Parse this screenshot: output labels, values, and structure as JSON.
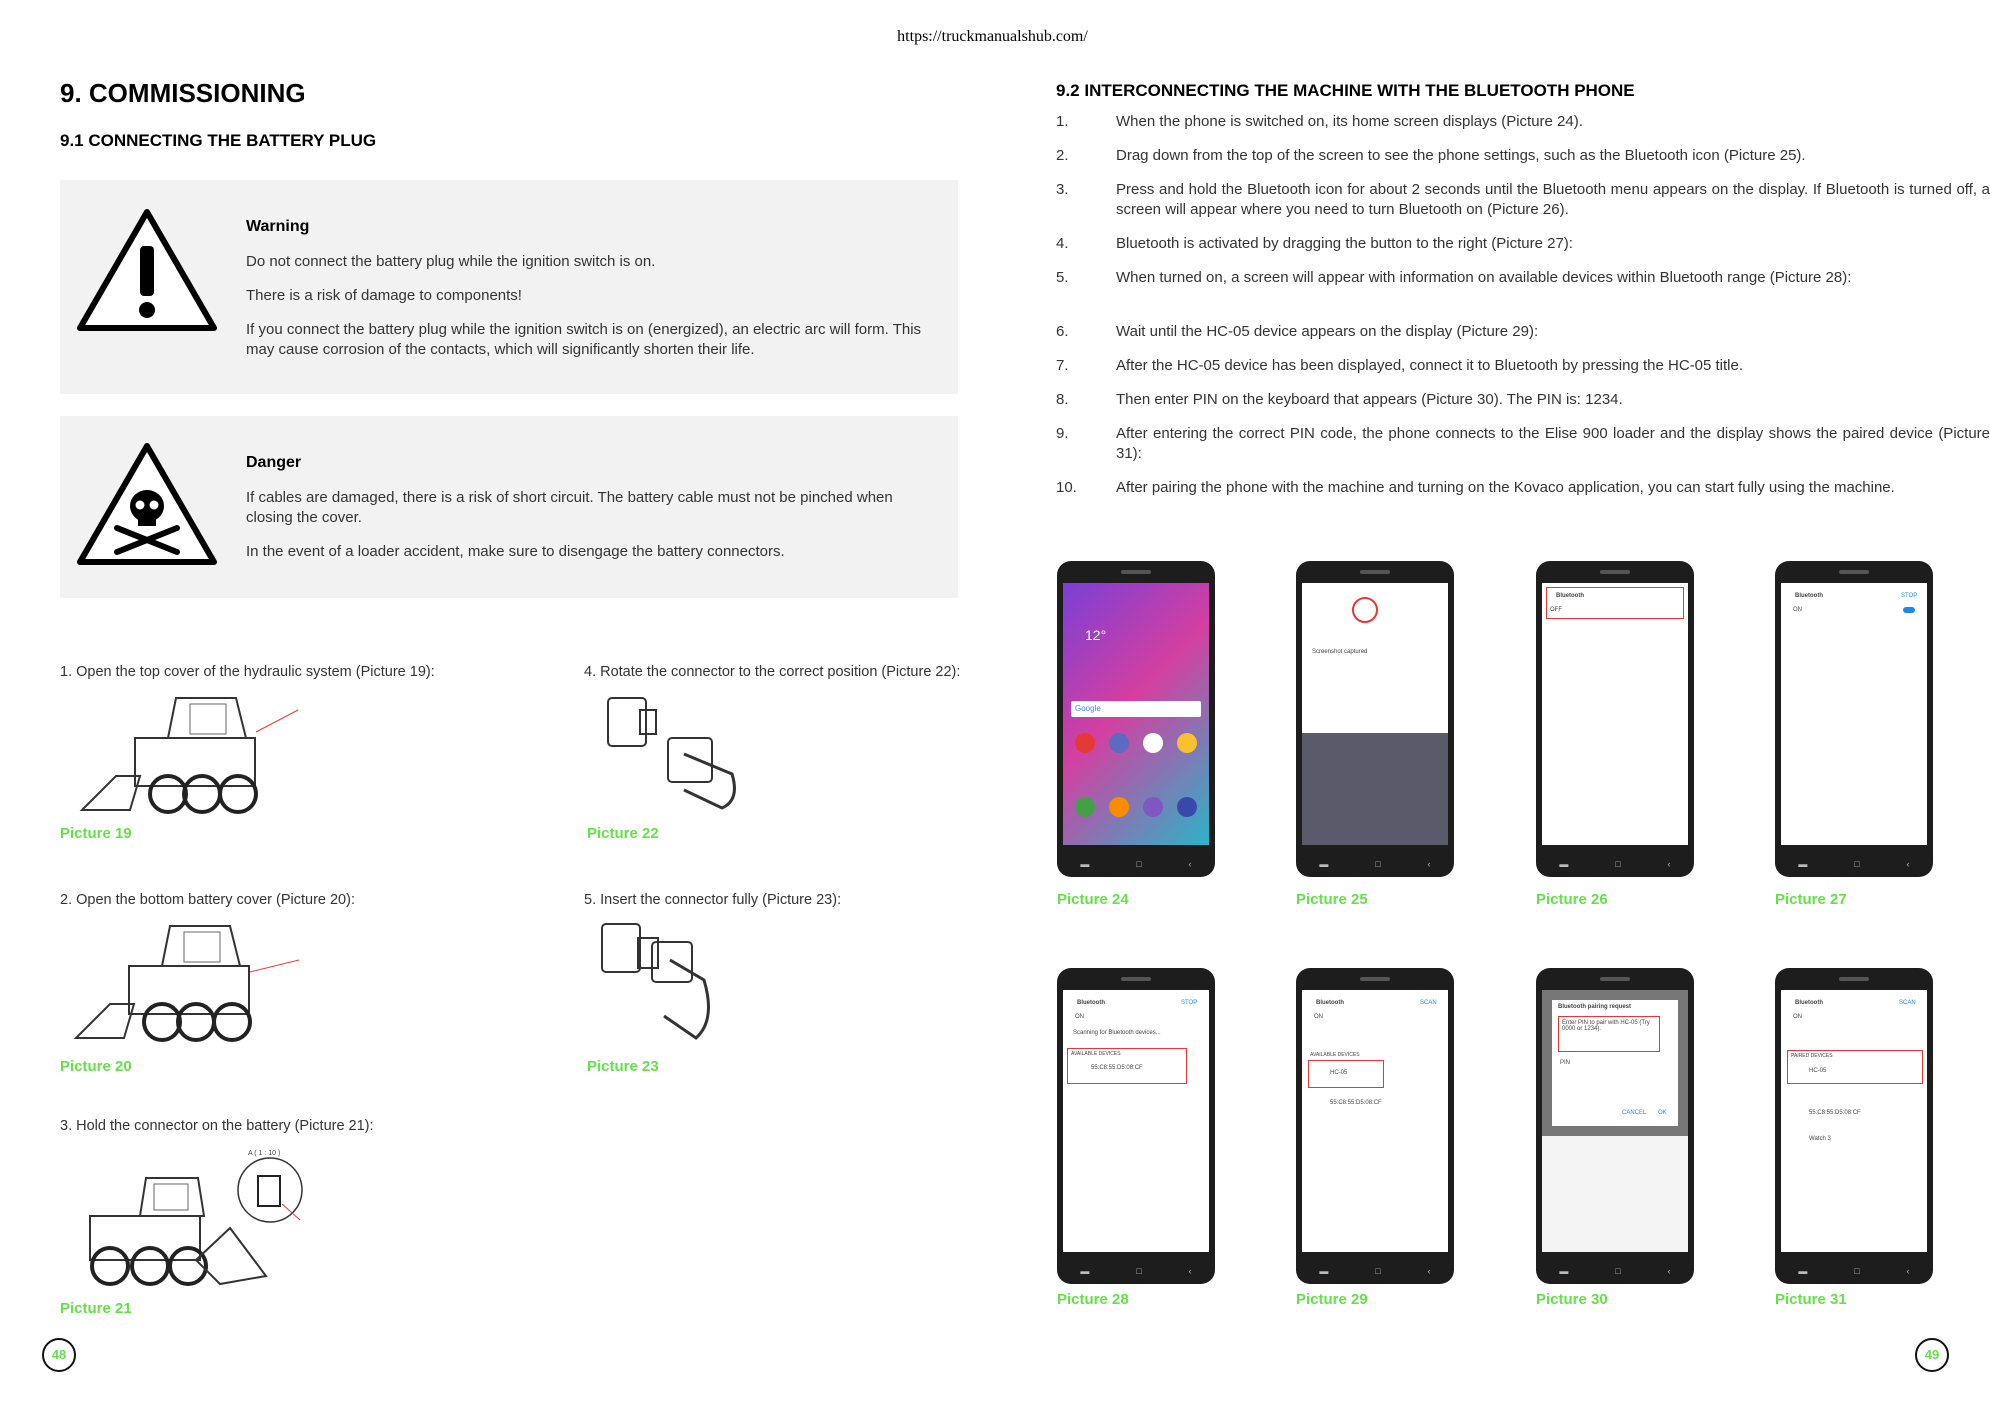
{
  "header": {
    "url": "https://truckmanualshub.com/"
  },
  "left": {
    "title": "9. COMMISSIONING",
    "subtitle": "9.1 CONNECTING THE BATTERY PLUG",
    "warning": {
      "title": "Warning",
      "p1": "Do not connect the battery plug while the ignition switch is on.",
      "p2": "There is a risk of damage to components!",
      "p3": "If you connect the battery plug while the ignition switch is on (energized), an electric arc will form. This may cause corrosion of the contacts, which will significantly shorten their life."
    },
    "danger": {
      "title": "Danger",
      "p1": "If cables are damaged, there is a risk of short circuit. The battery cable must not be pinched when closing the cover.",
      "p2": "In the event of a loader accident, make sure to disengage the battery connectors."
    },
    "steps": {
      "s1": "1. Open the top cover of the hydraulic system (Picture 19):",
      "s2": "2. Open the bottom battery cover (Picture 20):",
      "s3": "3. Hold the connector on the battery (Picture 21):",
      "s4": "4. Rotate the connector to the correct position (Picture 22):",
      "s5": "5. Insert the connector fully (Picture 23):"
    },
    "captions": {
      "p19": "Picture 19",
      "p20": "Picture 20",
      "p21": "Picture 21",
      "p22": "Picture 22",
      "p23": "Picture 23"
    },
    "detail_label": "A ( 1 : 10 )",
    "page_number": "48"
  },
  "right": {
    "subtitle": "9.2 INTERCONNECTING THE MACHINE WITH THE BLUETOOTH PHONE",
    "items": [
      {
        "n": "1.",
        "t": "When the phone is switched on, its home screen displays (Picture 24)."
      },
      {
        "n": "2.",
        "t": "Drag down from the top of the screen to see the phone settings, such as the Bluetooth icon (Picture 25)."
      },
      {
        "n": "3.",
        "t": "Press and hold the Bluetooth icon for about 2 seconds until the Bluetooth menu appears on the display. If Bluetooth is turned off, a screen will appear where you need to turn Bluetooth on (Picture 26)."
      },
      {
        "n": "4.",
        "t": "Bluetooth is activated by dragging the button to the right (Picture 27):"
      },
      {
        "n": "5.",
        "t": "When turned on, a screen will appear with information on available devices within Bluetooth range (Picture 28):"
      },
      {
        "n": "6.",
        "t": "Wait until the HC-05 device appears on the display (Picture 29):"
      },
      {
        "n": "7.",
        "t": "After the HC-05 device has been displayed, connect it to Bluetooth by pressing the HC-05 title."
      },
      {
        "n": "8.",
        "t": "Then enter PIN on the keyboard that appears (Picture 30). The PIN is: 1234."
      },
      {
        "n": "9.",
        "t": "After entering the correct PIN code, the phone connects to the Elise 900 loader and the display shows the paired device (Picture 31):"
      },
      {
        "n": "10.",
        "t": "After pairing the phone with the machine and turning on the Kovaco application, you can start fully using the machine."
      }
    ],
    "captions": {
      "p24": "Picture 24",
      "p25": "Picture 25",
      "p26": "Picture 26",
      "p27": "Picture 27",
      "p28": "Picture 28",
      "p29": "Picture 29",
      "p30": "Picture 30",
      "p31": "Picture 31"
    },
    "phone_text": {
      "bluetooth": "Bluetooth",
      "on": "ON",
      "off": "OFF",
      "stop": "STOP",
      "scan": "SCAN",
      "hc05": "HC-05",
      "mac": "55:C8:55:D5:08:CF",
      "available": "AVAILABLE DEVICES",
      "paired": "PAIRED DEVICES",
      "pair_request": "Bluetooth pairing request",
      "enter_pin": "Enter PIN to pair with HC-05 (Try 0000 or 1234).",
      "pin": "PIN",
      "cancel": "CANCEL",
      "ok": "OK",
      "google": "Google",
      "temp": "12°",
      "shot": "Screenshot captured",
      "scanning": "Scanning for Bluetooth devices...",
      "watch": "Watch 3"
    },
    "page_number": "49"
  },
  "colors": {
    "accent_green": "#66e04a",
    "highlight_red": "#e53935"
  }
}
